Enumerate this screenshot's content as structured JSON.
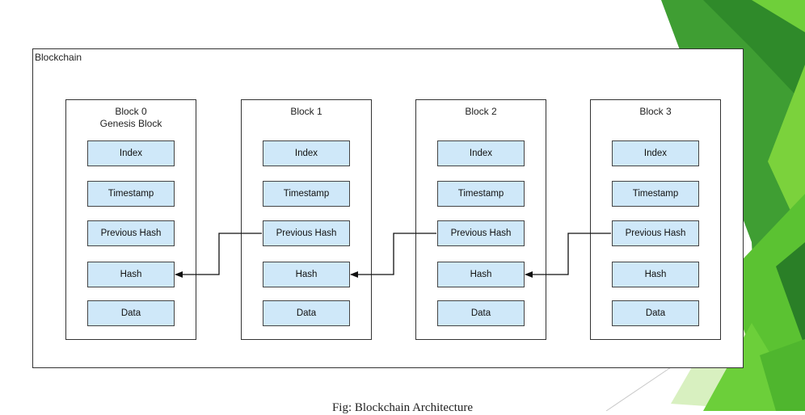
{
  "diagram": {
    "container_label": "Blockchain",
    "blocks": [
      {
        "title": "Block 0",
        "subtitle": "Genesis Block",
        "fields": [
          "Index",
          "Timestamp",
          "Previous Hash",
          "Hash",
          "Data"
        ]
      },
      {
        "title": "Block 1",
        "subtitle": "",
        "fields": [
          "Index",
          "Timestamp",
          "Previous Hash",
          "Hash",
          "Data"
        ]
      },
      {
        "title": "Block 2",
        "subtitle": "",
        "fields": [
          "Index",
          "Timestamp",
          "Previous Hash",
          "Hash",
          "Data"
        ]
      },
      {
        "title": "Block 3",
        "subtitle": "",
        "fields": [
          "Index",
          "Timestamp",
          "Previous Hash",
          "Hash",
          "Data"
        ]
      }
    ],
    "links": [
      {
        "from": "Block 1 Previous Hash",
        "to": "Block 0 Hash"
      },
      {
        "from": "Block 2 Previous Hash",
        "to": "Block 1 Hash"
      },
      {
        "from": "Block 3 Previous Hash",
        "to": "Block 2 Hash"
      }
    ]
  },
  "caption": "Fig: Blockchain Architecture",
  "colors": {
    "field_fill": "#cfe8f9",
    "accent_green": "#5cbf2f"
  }
}
